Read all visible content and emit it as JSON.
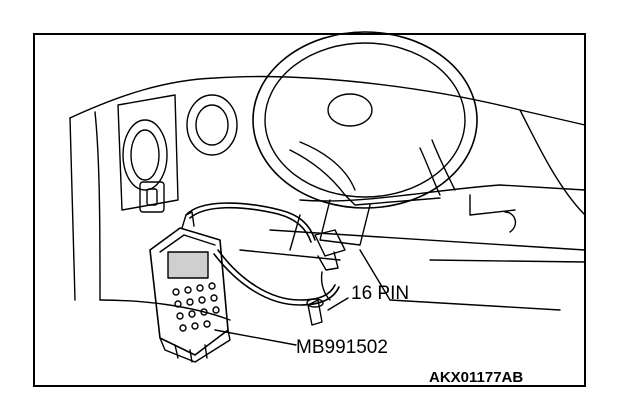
{
  "labels": {
    "connector": "16 PIN",
    "tool_code": "MB991502",
    "figure_code": "AKX01177AB"
  },
  "colors": {
    "line": "#000000",
    "background": "#ffffff",
    "screen": "#cfcfcf"
  }
}
